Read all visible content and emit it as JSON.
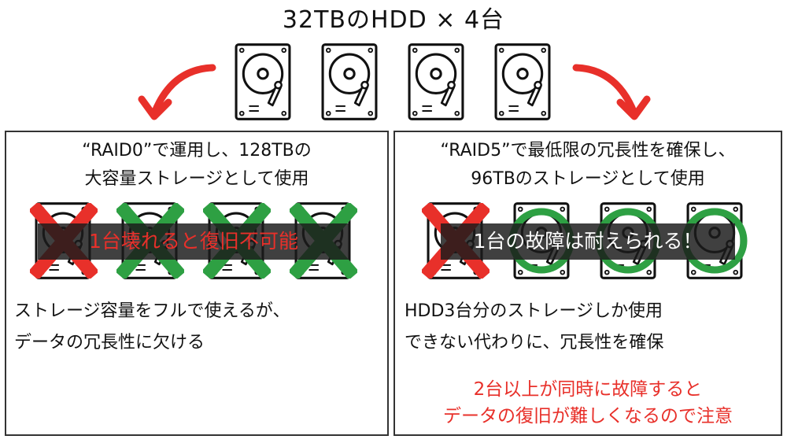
{
  "title": "32TBのHDD × 4台",
  "colors": {
    "accent_red": "#e8302a",
    "ok_green": "#2ea043",
    "text": "#111111",
    "banner_bg": "#1c1c1c"
  },
  "icons": {
    "drive": "hard-disk-drive-icon",
    "fail": "red-x-mark-icon",
    "ok_x": "green-x-mark-icon",
    "ok_circle": "green-circle-icon",
    "arrow": "curved-red-arrow-icon"
  },
  "raid0": {
    "heading_line1": "“RAID0”で運用し、128TBの",
    "heading_line2": "大容量ストレージとして使用",
    "banner": "1台壊れると復旧不可能",
    "desc_line1": "ストレージ容量をフルで使えるが、",
    "desc_line2": "データの冗長性に欠ける"
  },
  "raid5": {
    "heading_line1": "“RAID5”で最低限の冗長性を確保し、",
    "heading_line2": "96TBのストレージとして使用",
    "banner": "1台の故障は耐えられる！",
    "desc_line1": "HDD3台分のストレージしか使用",
    "desc_line2": "できない代わりに、冗長性を確保",
    "note_line1": "2台以上が同時に故障すると",
    "note_line2": "データの復旧が難しくなるので注意"
  }
}
